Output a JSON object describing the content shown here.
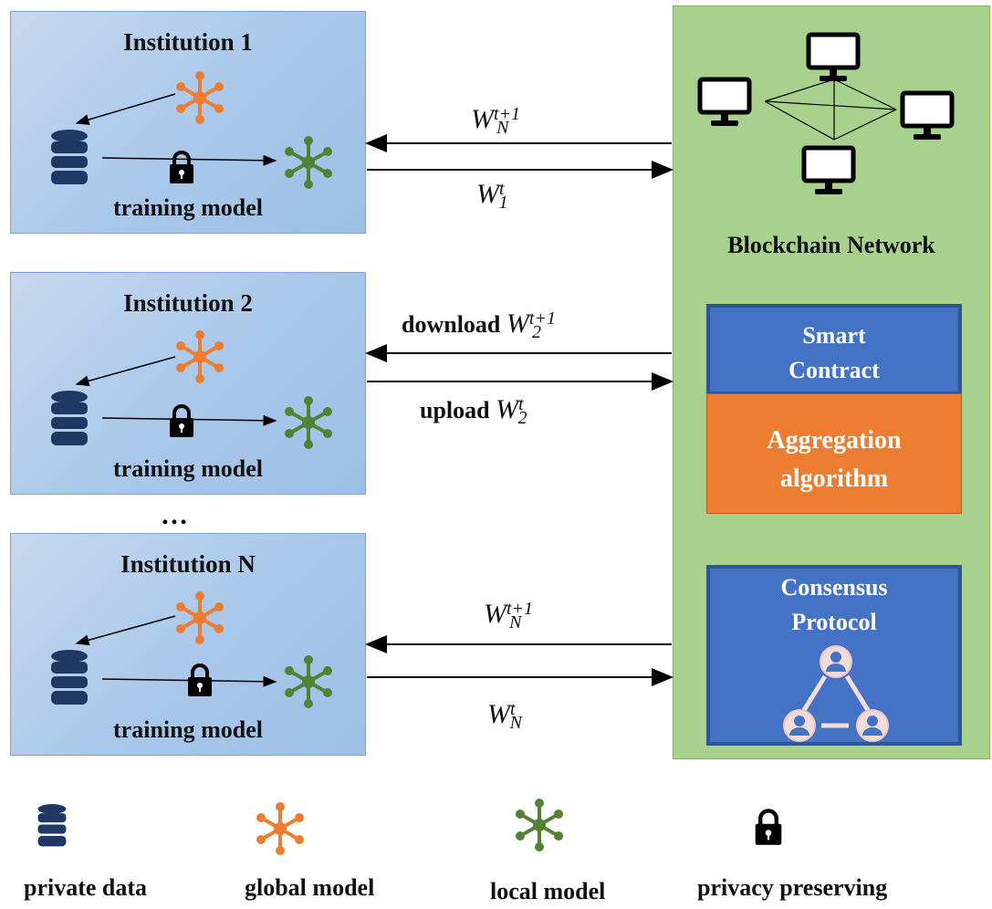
{
  "institutions": [
    {
      "title": "Institution 1",
      "training_label": "training model"
    },
    {
      "title": "Institution 2",
      "training_label": "training model"
    },
    {
      "title": "Institution N",
      "training_label": "training model"
    }
  ],
  "ellipsis": "…",
  "blockchain": {
    "label": "Blockchain Network",
    "smart_contract_line1": "Smart",
    "smart_contract_line2": "Contract",
    "aggregation_line1": "Aggregation",
    "aggregation_line2": "algorithm",
    "consensus_line1": "Consensus",
    "consensus_line2": "Protocol"
  },
  "arrows": {
    "row1_down": {
      "prefix": "",
      "base": "W",
      "sup": "t+1",
      "sub": "N"
    },
    "row1_up": {
      "prefix": "",
      "base": "W",
      "sup": "t",
      "sub": "1"
    },
    "row2_down": {
      "prefix": "download ",
      "base": "W",
      "sup": "t+1",
      "sub": "2"
    },
    "row2_up": {
      "prefix": "upload ",
      "base": "W",
      "sup": "t",
      "sub": "2"
    },
    "row3_down": {
      "prefix": "",
      "base": "W",
      "sup": "t+1",
      "sub": "N"
    },
    "row3_up": {
      "prefix": "",
      "base": "W",
      "sup": "t",
      "sub": "N"
    }
  },
  "legend": {
    "private_data": "private data",
    "global_model": "global model",
    "local_model": "local model",
    "privacy_preserving": "privacy preserving"
  },
  "colors": {
    "institution_fill": "#a9c7ea",
    "blockchain_fill": "#a9d18e",
    "smart_contract": "#4472c4",
    "aggregation": "#ed7d31",
    "global_model": "#ed7d31",
    "local_model": "#548235",
    "database": "#1f3864"
  }
}
